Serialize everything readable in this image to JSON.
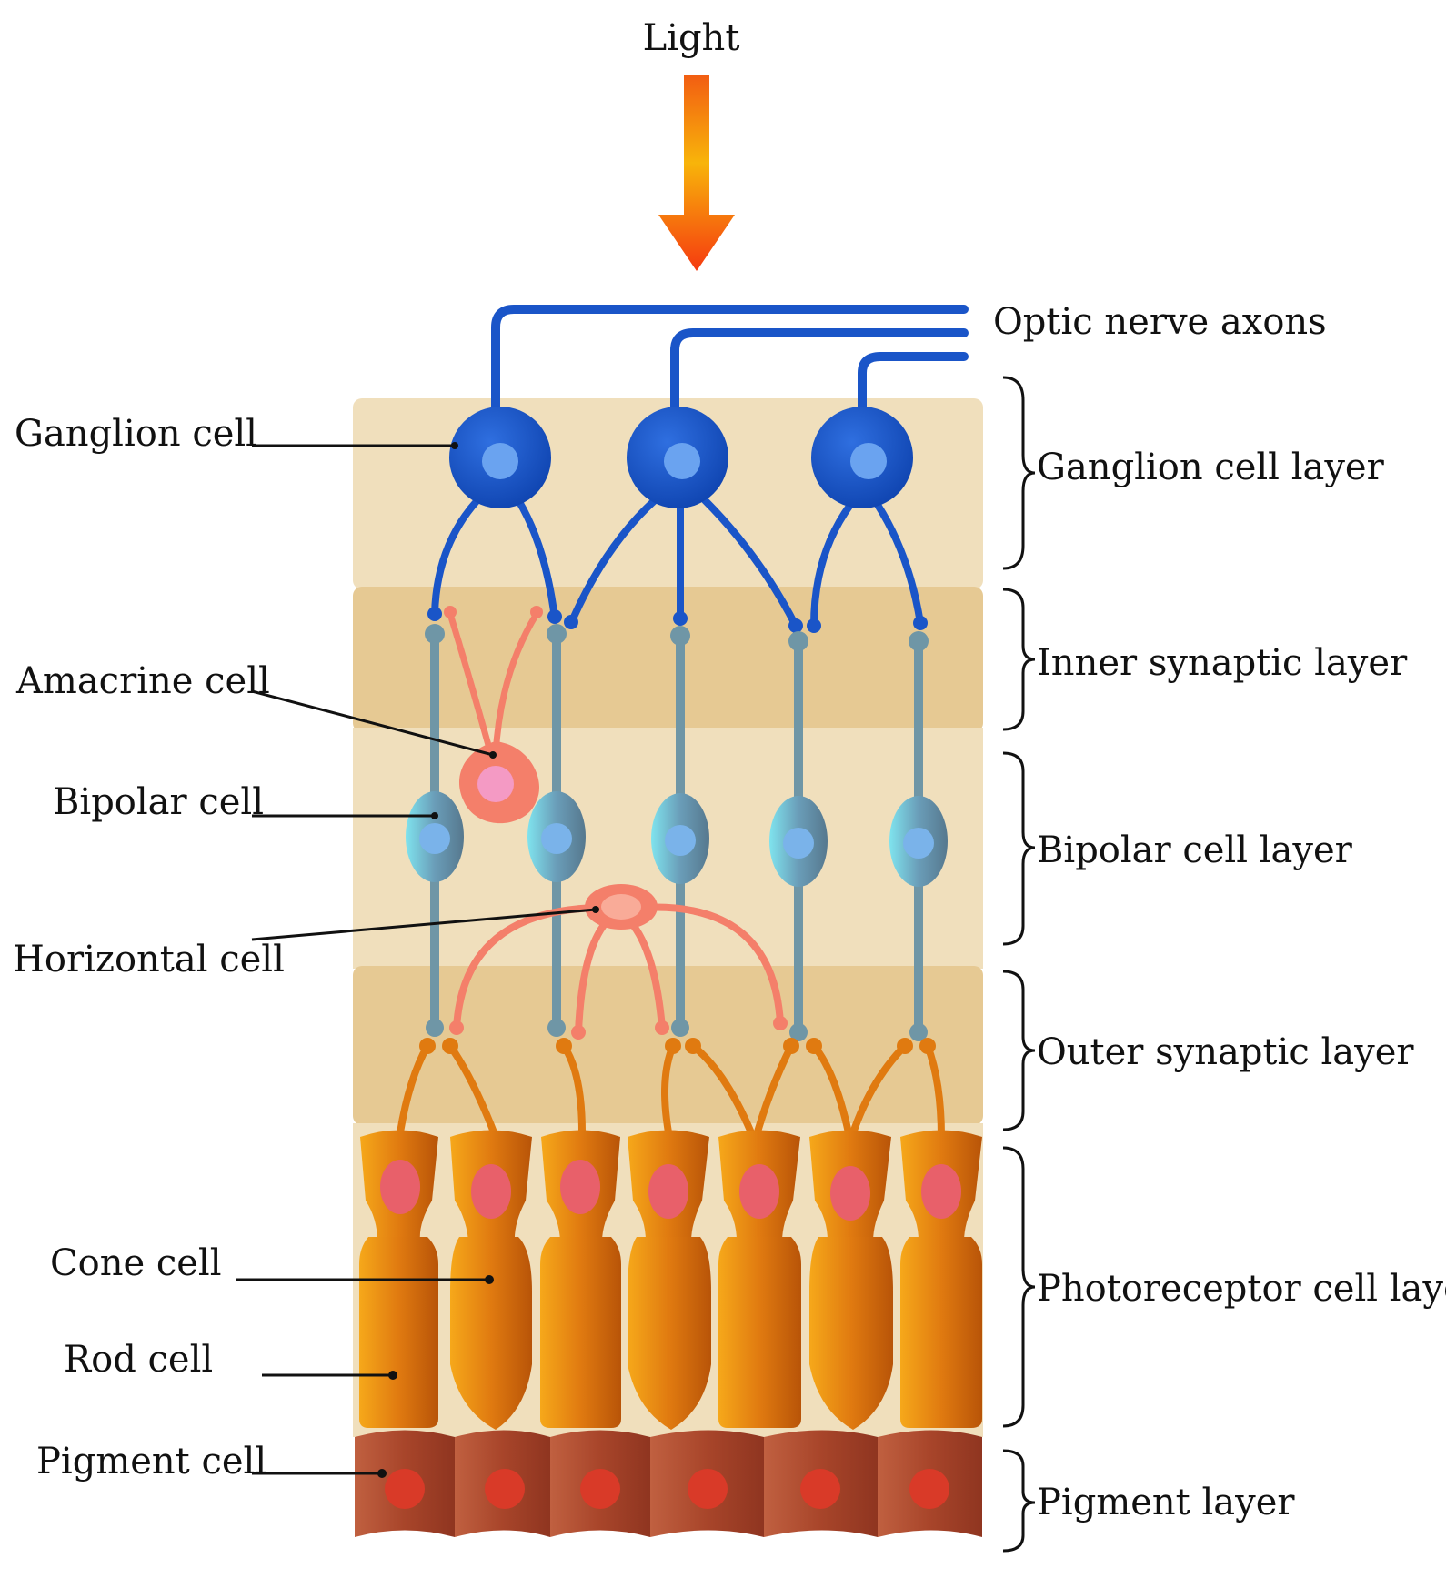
{
  "light": {
    "label": "Light"
  },
  "axons": {
    "label": "Optic nerve axons"
  },
  "cell_labels": {
    "ganglion": "Ganglion cell",
    "amacrine": "Amacrine cell",
    "bipolar": "Bipolar cell",
    "horizontal": "Horizontal cell",
    "cone": "Cone cell",
    "rod": "Rod cell",
    "pigment": "Pigment cell"
  },
  "layer_labels": {
    "ganglion": "Ganglion cell layer",
    "inner": "Inner synaptic layer",
    "bipolar": "Bipolar cell layer",
    "outer": "Outer synaptic layer",
    "photoreceptor": "Photoreceptor cell layer",
    "pigment": "Pigment layer"
  },
  "colors": {
    "ganglion": "#1a55c8",
    "bipolar": "#6f96a6",
    "amacrine": "#f47f6a",
    "photoreceptor": "#e07a10",
    "pigment": "#a8452a",
    "layer_light": "#f0dfbc",
    "layer_dark": "#e6c993"
  }
}
